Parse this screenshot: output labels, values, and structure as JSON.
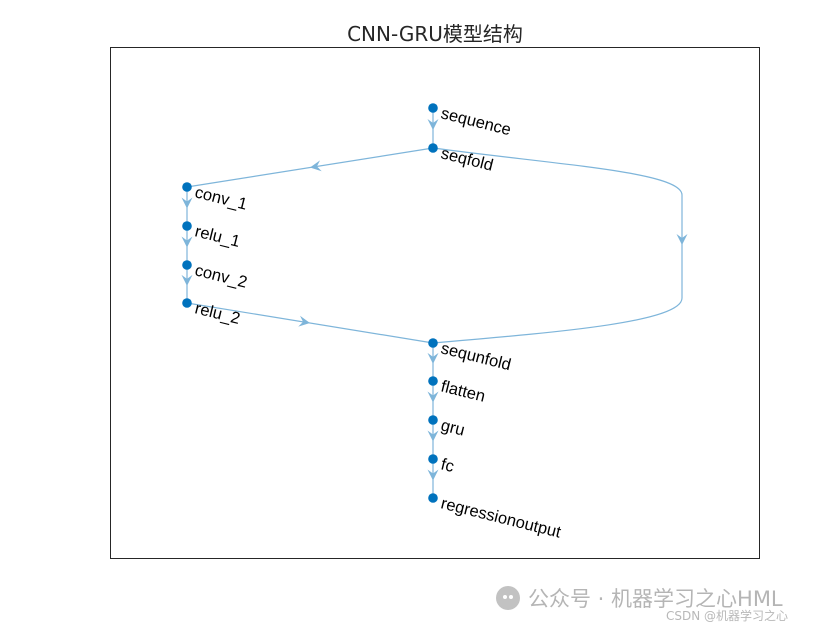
{
  "title": "CNN-GRU模型结构",
  "watermark": {
    "icon": "wechat-icon",
    "text": "公众号 · 机器学习之心HML",
    "csdn": "CSDN @机器学习之心"
  },
  "colors": {
    "node": "#0072BD",
    "edge": "#7EB5DA",
    "text": "#000000",
    "frame": "#262626"
  },
  "graph": {
    "nodes": [
      {
        "id": "sequence",
        "label": "sequence"
      },
      {
        "id": "seqfold",
        "label": "seqfold"
      },
      {
        "id": "conv_1",
        "label": "conv_1"
      },
      {
        "id": "relu_1",
        "label": "relu_1"
      },
      {
        "id": "conv_2",
        "label": "conv_2"
      },
      {
        "id": "relu_2",
        "label": "relu_2"
      },
      {
        "id": "sequnfold",
        "label": "sequnfold"
      },
      {
        "id": "flatten",
        "label": "flatten"
      },
      {
        "id": "gru",
        "label": "gru"
      },
      {
        "id": "fc",
        "label": "fc"
      },
      {
        "id": "regressionoutput",
        "label": "regressionoutput"
      }
    ],
    "edges": [
      [
        "sequence",
        "seqfold"
      ],
      [
        "seqfold",
        "conv_1"
      ],
      [
        "seqfold",
        "sequnfold"
      ],
      [
        "conv_1",
        "relu_1"
      ],
      [
        "relu_1",
        "conv_2"
      ],
      [
        "conv_2",
        "relu_2"
      ],
      [
        "relu_2",
        "sequnfold"
      ],
      [
        "sequnfold",
        "flatten"
      ],
      [
        "flatten",
        "gru"
      ],
      [
        "gru",
        "fc"
      ],
      [
        "fc",
        "regressionoutput"
      ]
    ]
  }
}
